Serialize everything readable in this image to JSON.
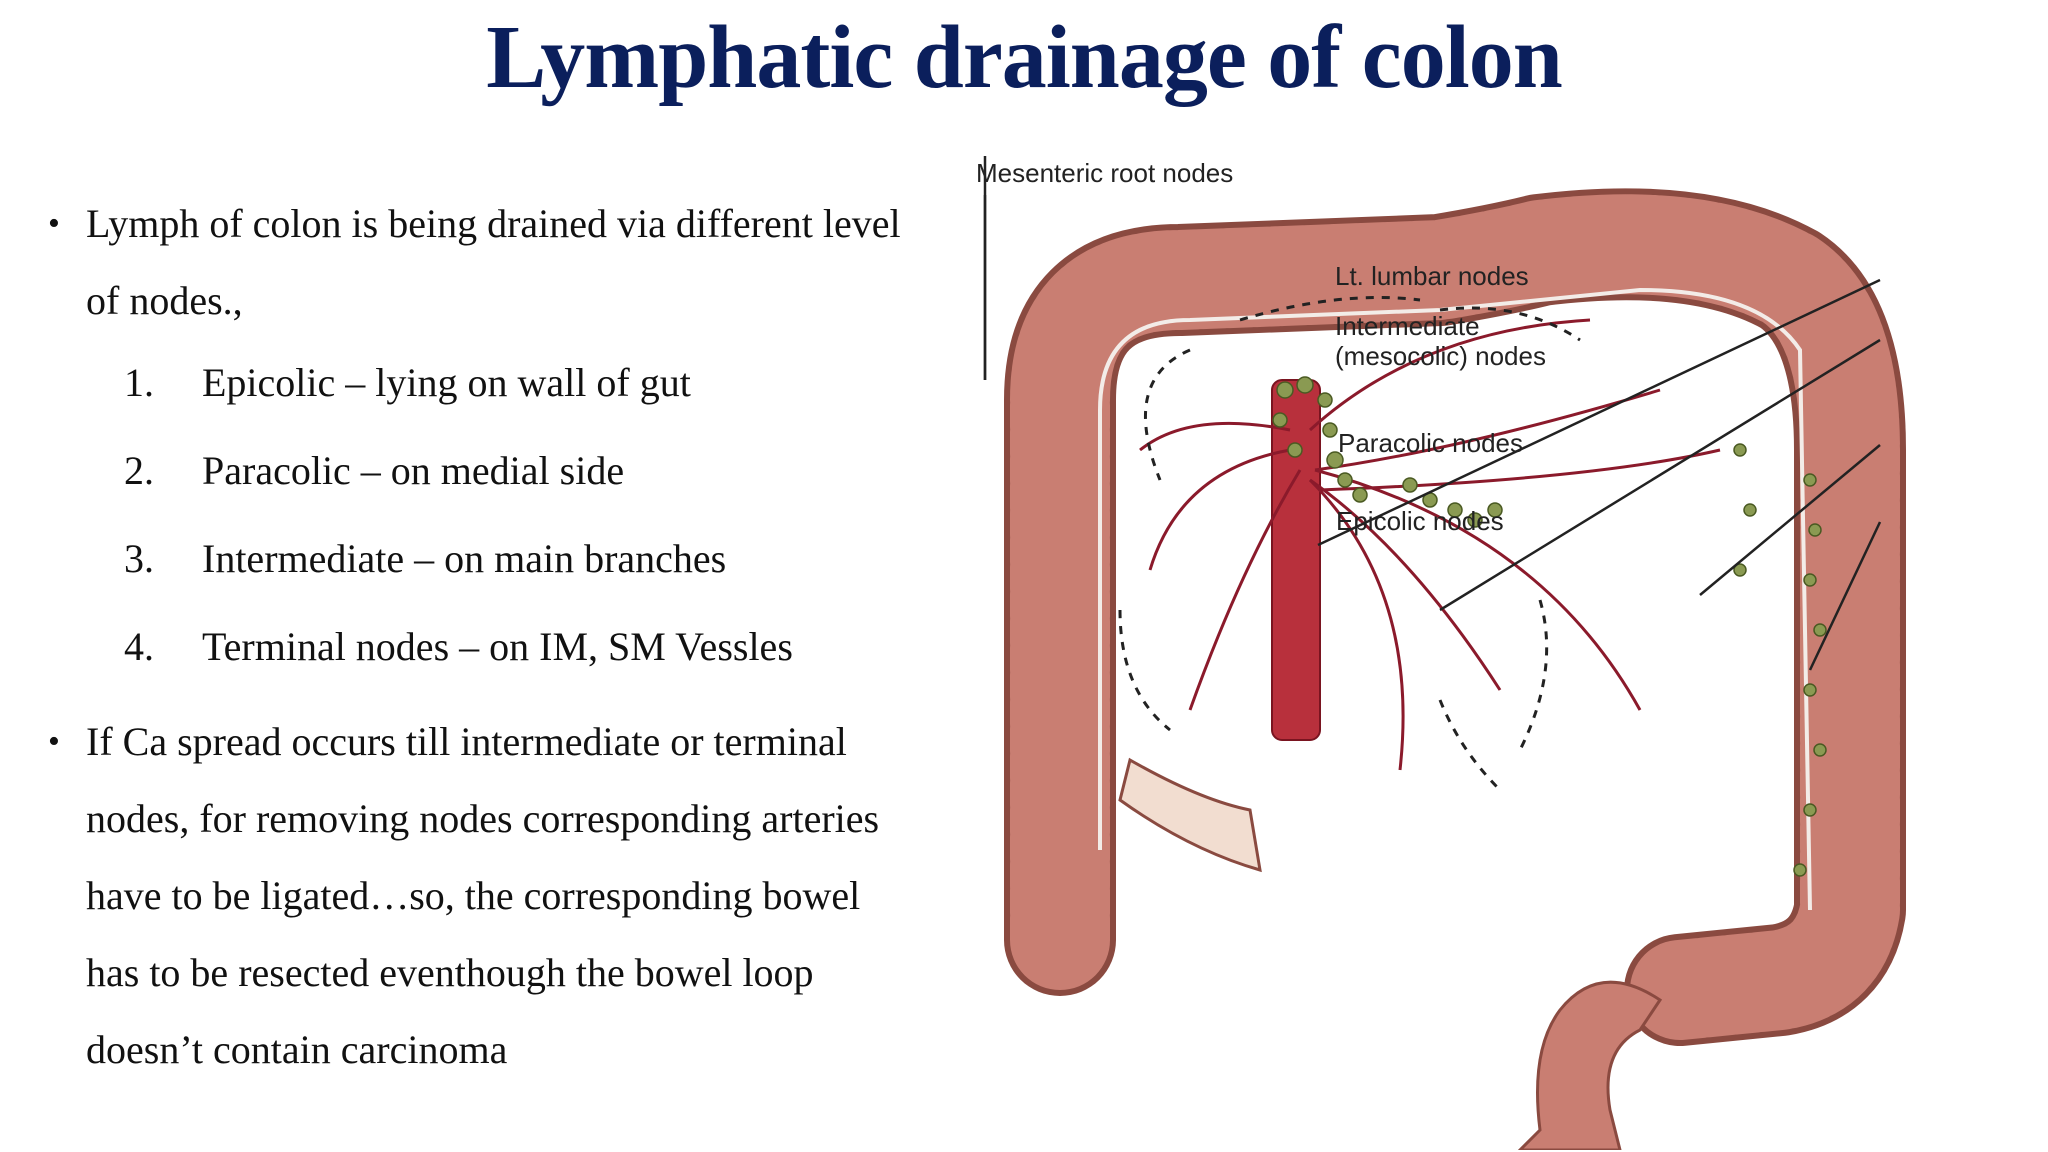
{
  "title": "Lymphatic drainage of colon",
  "bullet1": {
    "text": "Lymph of colon is being drained via different level of nodes.,",
    "items": [
      {
        "num": "1.",
        "text": "Epicolic – lying on wall of gut"
      },
      {
        "num": "2.",
        "text": "Paracolic – on medial side"
      },
      {
        "num": "3.",
        "text": "Intermediate – on main branches"
      },
      {
        "num": "4.",
        "text": "Terminal nodes – on IM, SM Vessles"
      }
    ]
  },
  "bullet2": {
    "text": "If Ca spread occurs till intermediate or terminal nodes, for removing nodes corresponding arteries have to be ligated…so, the corresponding bowel has to be resected eventhough the bowel loop doesn’t contain carcinoma"
  },
  "figure": {
    "labels": {
      "mesenteric_root": "Mesenteric root nodes",
      "lt_lumbar": "Lt. lumbar nodes",
      "intermediate_line1": "Intermediate",
      "intermediate_line2": "(mesocolic) nodes",
      "paracolic": "Paracolic nodes",
      "epicolic": "Epicolic nodes"
    }
  },
  "colors": {
    "title": "#0b1f5c",
    "colon": "#c97e72",
    "colon_outline": "#8a4a40",
    "vessel": "#8b1a2b",
    "node": "#8a9a52"
  }
}
